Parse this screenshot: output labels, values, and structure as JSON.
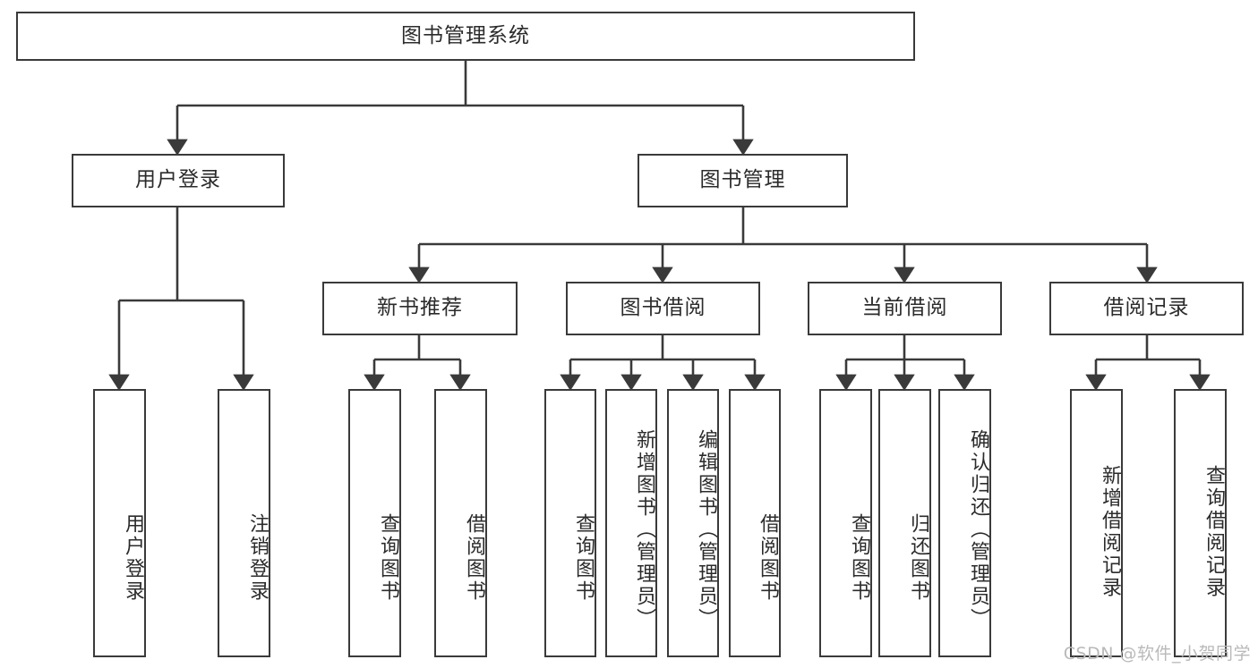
{
  "diagram": {
    "title": "图书管理系统",
    "type": "tree-structure-chart",
    "background_color": "#ffffff",
    "border_color": "#3a3a3a",
    "text_color": "#2b2b2b"
  },
  "root": {
    "label": "图书管理系统"
  },
  "level1": [
    {
      "label": "用户登录"
    },
    {
      "label": "图书管理"
    }
  ],
  "level2": [
    {
      "label": "新书推荐"
    },
    {
      "label": "图书借阅"
    },
    {
      "label": "当前借阅"
    },
    {
      "label": "借阅记录"
    }
  ],
  "leaves": {
    "user_login": [
      {
        "label": "用户登录"
      },
      {
        "label": "注销登录"
      }
    ],
    "new_book_recommend": [
      {
        "label": "查询图书"
      },
      {
        "label": "借阅图书"
      }
    ],
    "book_borrow": [
      {
        "label": "查询图书"
      },
      {
        "label": "新增图书（管理员）"
      },
      {
        "label": "编辑图书（管理员）"
      },
      {
        "label": "借阅图书"
      }
    ],
    "current_borrow": [
      {
        "label": "查询图书"
      },
      {
        "label": "归还图书"
      },
      {
        "label": "确认归还（管理员）"
      }
    ],
    "borrow_record": [
      {
        "label": "新增借阅记录"
      },
      {
        "label": "查询借阅记录"
      }
    ]
  },
  "watermark": {
    "text": "CSDN @软件_小贺同学"
  }
}
